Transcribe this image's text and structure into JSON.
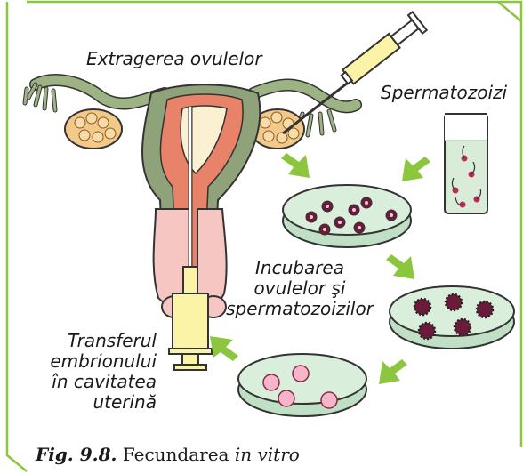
{
  "labels": {
    "egg_retrieval": "Extragerea ovulelor",
    "sperm": "Spermatozoizi",
    "incubation": [
      "Incubarea",
      "ovulelor şi",
      "spermatozoizilor"
    ],
    "transfer": [
      "Transferul",
      "embrionului",
      "în cavitatea",
      "uterină"
    ]
  },
  "caption": {
    "fig": "Fig. 9.8.",
    "text": "Fecundarea",
    "italic": "in vitro"
  },
  "colors": {
    "frame": "#8cc63e",
    "arrow": "#8cc63e",
    "dish_fill": "#cde8d2",
    "uterus_outer": "#8fa27a",
    "uterus_inner": "#e8836a",
    "ovary": "#f3c98a",
    "syringe": "#fbf4a6"
  }
}
